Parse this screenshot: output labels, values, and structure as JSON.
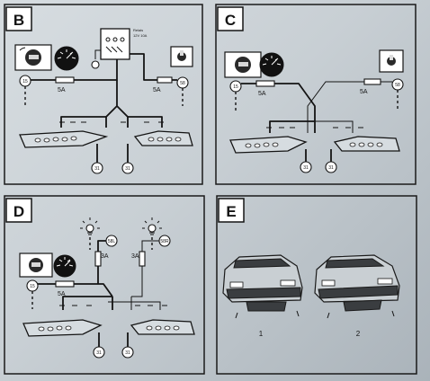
{
  "panels": [
    {
      "id": "B",
      "letter": "B",
      "fuse_left": "5A",
      "fuse_right": "5A",
      "term_left": "15",
      "term_right": "58",
      "ground_left": "31",
      "ground_right": "31",
      "relay_label_1": "Relais",
      "relay_label_2": "12V 10A"
    },
    {
      "id": "C",
      "letter": "C",
      "fuse_left": "5A",
      "fuse_right": "5A",
      "term_left": "15",
      "term_right": "58",
      "ground_left": "31",
      "ground_right": "31"
    },
    {
      "id": "D",
      "letter": "D",
      "fuse_left": "5A",
      "fuse_mid1": "3A",
      "fuse_mid2": "3A",
      "term_left": "15",
      "term_mid1": "58L",
      "term_mid2": "58R",
      "ground_left": "31",
      "ground_right": "31"
    },
    {
      "id": "E",
      "letter": "E",
      "caption_1": "1",
      "caption_2": "2"
    }
  ],
  "icons": [
    "ignition-switch-icon",
    "speedometer-icon",
    "light-switch-icon",
    "bulb-icon",
    "ground-icon",
    "lamp-bar-icon",
    "car-front-icon"
  ]
}
